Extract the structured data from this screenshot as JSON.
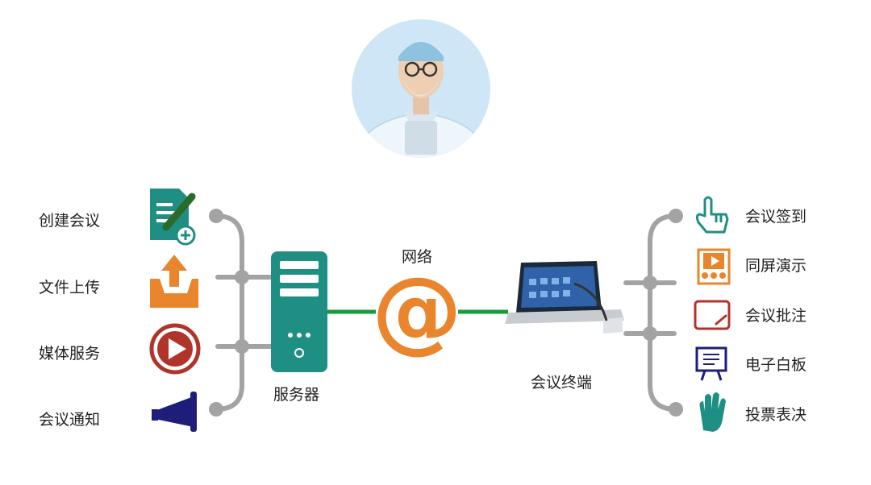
{
  "left_features": [
    {
      "label": "创建会议",
      "icon": "create-meeting-icon"
    },
    {
      "label": "文件上传",
      "icon": "upload-tray-icon"
    },
    {
      "label": "媒体服务",
      "icon": "play-button-icon"
    },
    {
      "label": "会议通知",
      "icon": "megaphone-icon"
    }
  ],
  "right_features": [
    {
      "label": "会议签到",
      "icon": "pointing-hand-icon"
    },
    {
      "label": "同屏演示",
      "icon": "screen-share-icon"
    },
    {
      "label": "会议批注",
      "icon": "annotation-tablet-icon"
    },
    {
      "label": "电子白板",
      "icon": "whiteboard-icon"
    },
    {
      "label": "投票表决",
      "icon": "raised-hand-icon"
    }
  ],
  "server": {
    "label": "服务器",
    "icon": "server-tower-icon"
  },
  "network": {
    "label": "网络",
    "icon": "at-sign-icon"
  },
  "terminal": {
    "label": "会议终端",
    "icon": "conference-terminal-icon"
  },
  "avatar": {
    "icon": "doctor-avatar-icon"
  },
  "colors": {
    "connector_gray": "#a3a3a3",
    "link_green": "#1a9a3c",
    "teal": "#1f8f84",
    "orange": "#e9862d",
    "dark_red": "#b0342a",
    "navy": "#1e1e7a",
    "avatar_bg": "#cfe6f6"
  }
}
